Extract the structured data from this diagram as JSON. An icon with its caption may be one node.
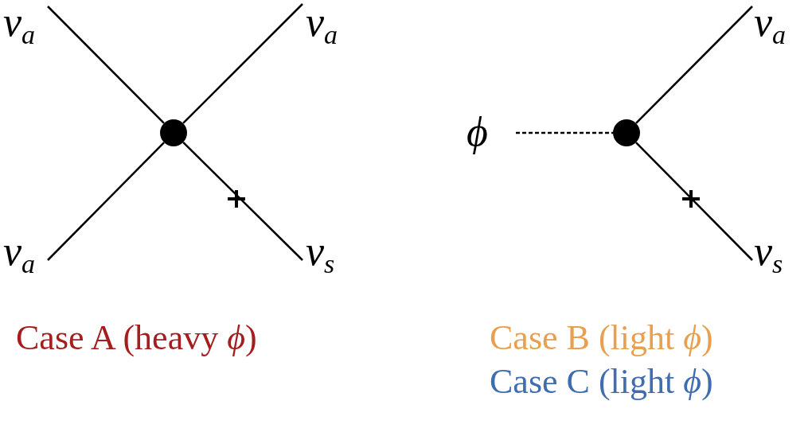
{
  "diagram": {
    "nodes": [
      {
        "text": [
          "ν$_{a}$"
        ]
      },
      {
        "text": [
          "ν$_{a}$"
        ]
      },
      {
        "text": [],
        "shape": "circle"
      },
      {
        "text": [
          "ν$_{a}$"
        ]
      },
      {
        "text": [
          "ν$_{s}$"
        ]
      },
      {
        "text": [
          "ν$_{a}$"
        ]
      },
      {
        "text": [
          "ϕ"
        ]
      },
      {
        "text": [],
        "shape": "circle"
      },
      {
        "text": [
          "ν$_{s}$"
        ]
      }
    ],
    "edges": [
      {
        "from": 0,
        "to": 2,
        "arrow": "none"
      },
      {
        "from": 2,
        "to": 1,
        "arrow": "none"
      },
      {
        "from": 3,
        "to": 2,
        "arrow": "none"
      },
      {
        "from": 2,
        "to": 4,
        "arrow": "none"
      },
      {
        "from": 6,
        "to": 7,
        "arrow": "none",
        "style": "dashed"
      },
      {
        "from": 7,
        "to": 5,
        "arrow": "none"
      },
      {
        "from": 7,
        "to": 8,
        "arrow": "none"
      }
    ],
    "labels": [
      "Case A (heavy *ϕ*)",
      "Case B (light *ϕ*)",
      "Case C (light *ϕ*)"
    ]
  }
}
